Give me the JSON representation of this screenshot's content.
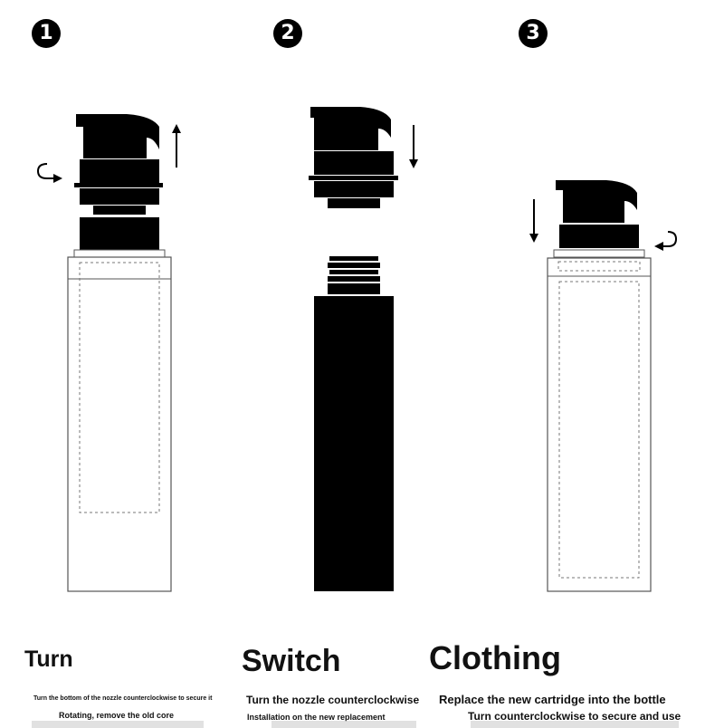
{
  "steps": [
    {
      "number": "1",
      "heading": "Turn",
      "caption_line1": "Turn the bottom of the nozzle counterclockwise to secure it",
      "caption_line2": "Rotating, remove the old core"
    },
    {
      "number": "2",
      "heading": "Switch",
      "caption_line1": "Turn the nozzle counterclockwise",
      "caption_line2": "Installation on the new replacement"
    },
    {
      "number": "3",
      "heading": "Clothing",
      "caption_line1": "Replace the new cartridge into the bottle",
      "caption_line2": "Turn counterclockwise to secure and use"
    }
  ],
  "icons": {
    "step1_rotate": "rotate-arrow-icon",
    "step1_lift": "arrow-up-icon",
    "step2_lower": "arrow-down-icon",
    "step3_lower": "arrow-down-icon",
    "step3_rotate": "rotate-arrow-icon"
  },
  "colors": {
    "ink": "#000000",
    "paper": "#ffffff"
  }
}
